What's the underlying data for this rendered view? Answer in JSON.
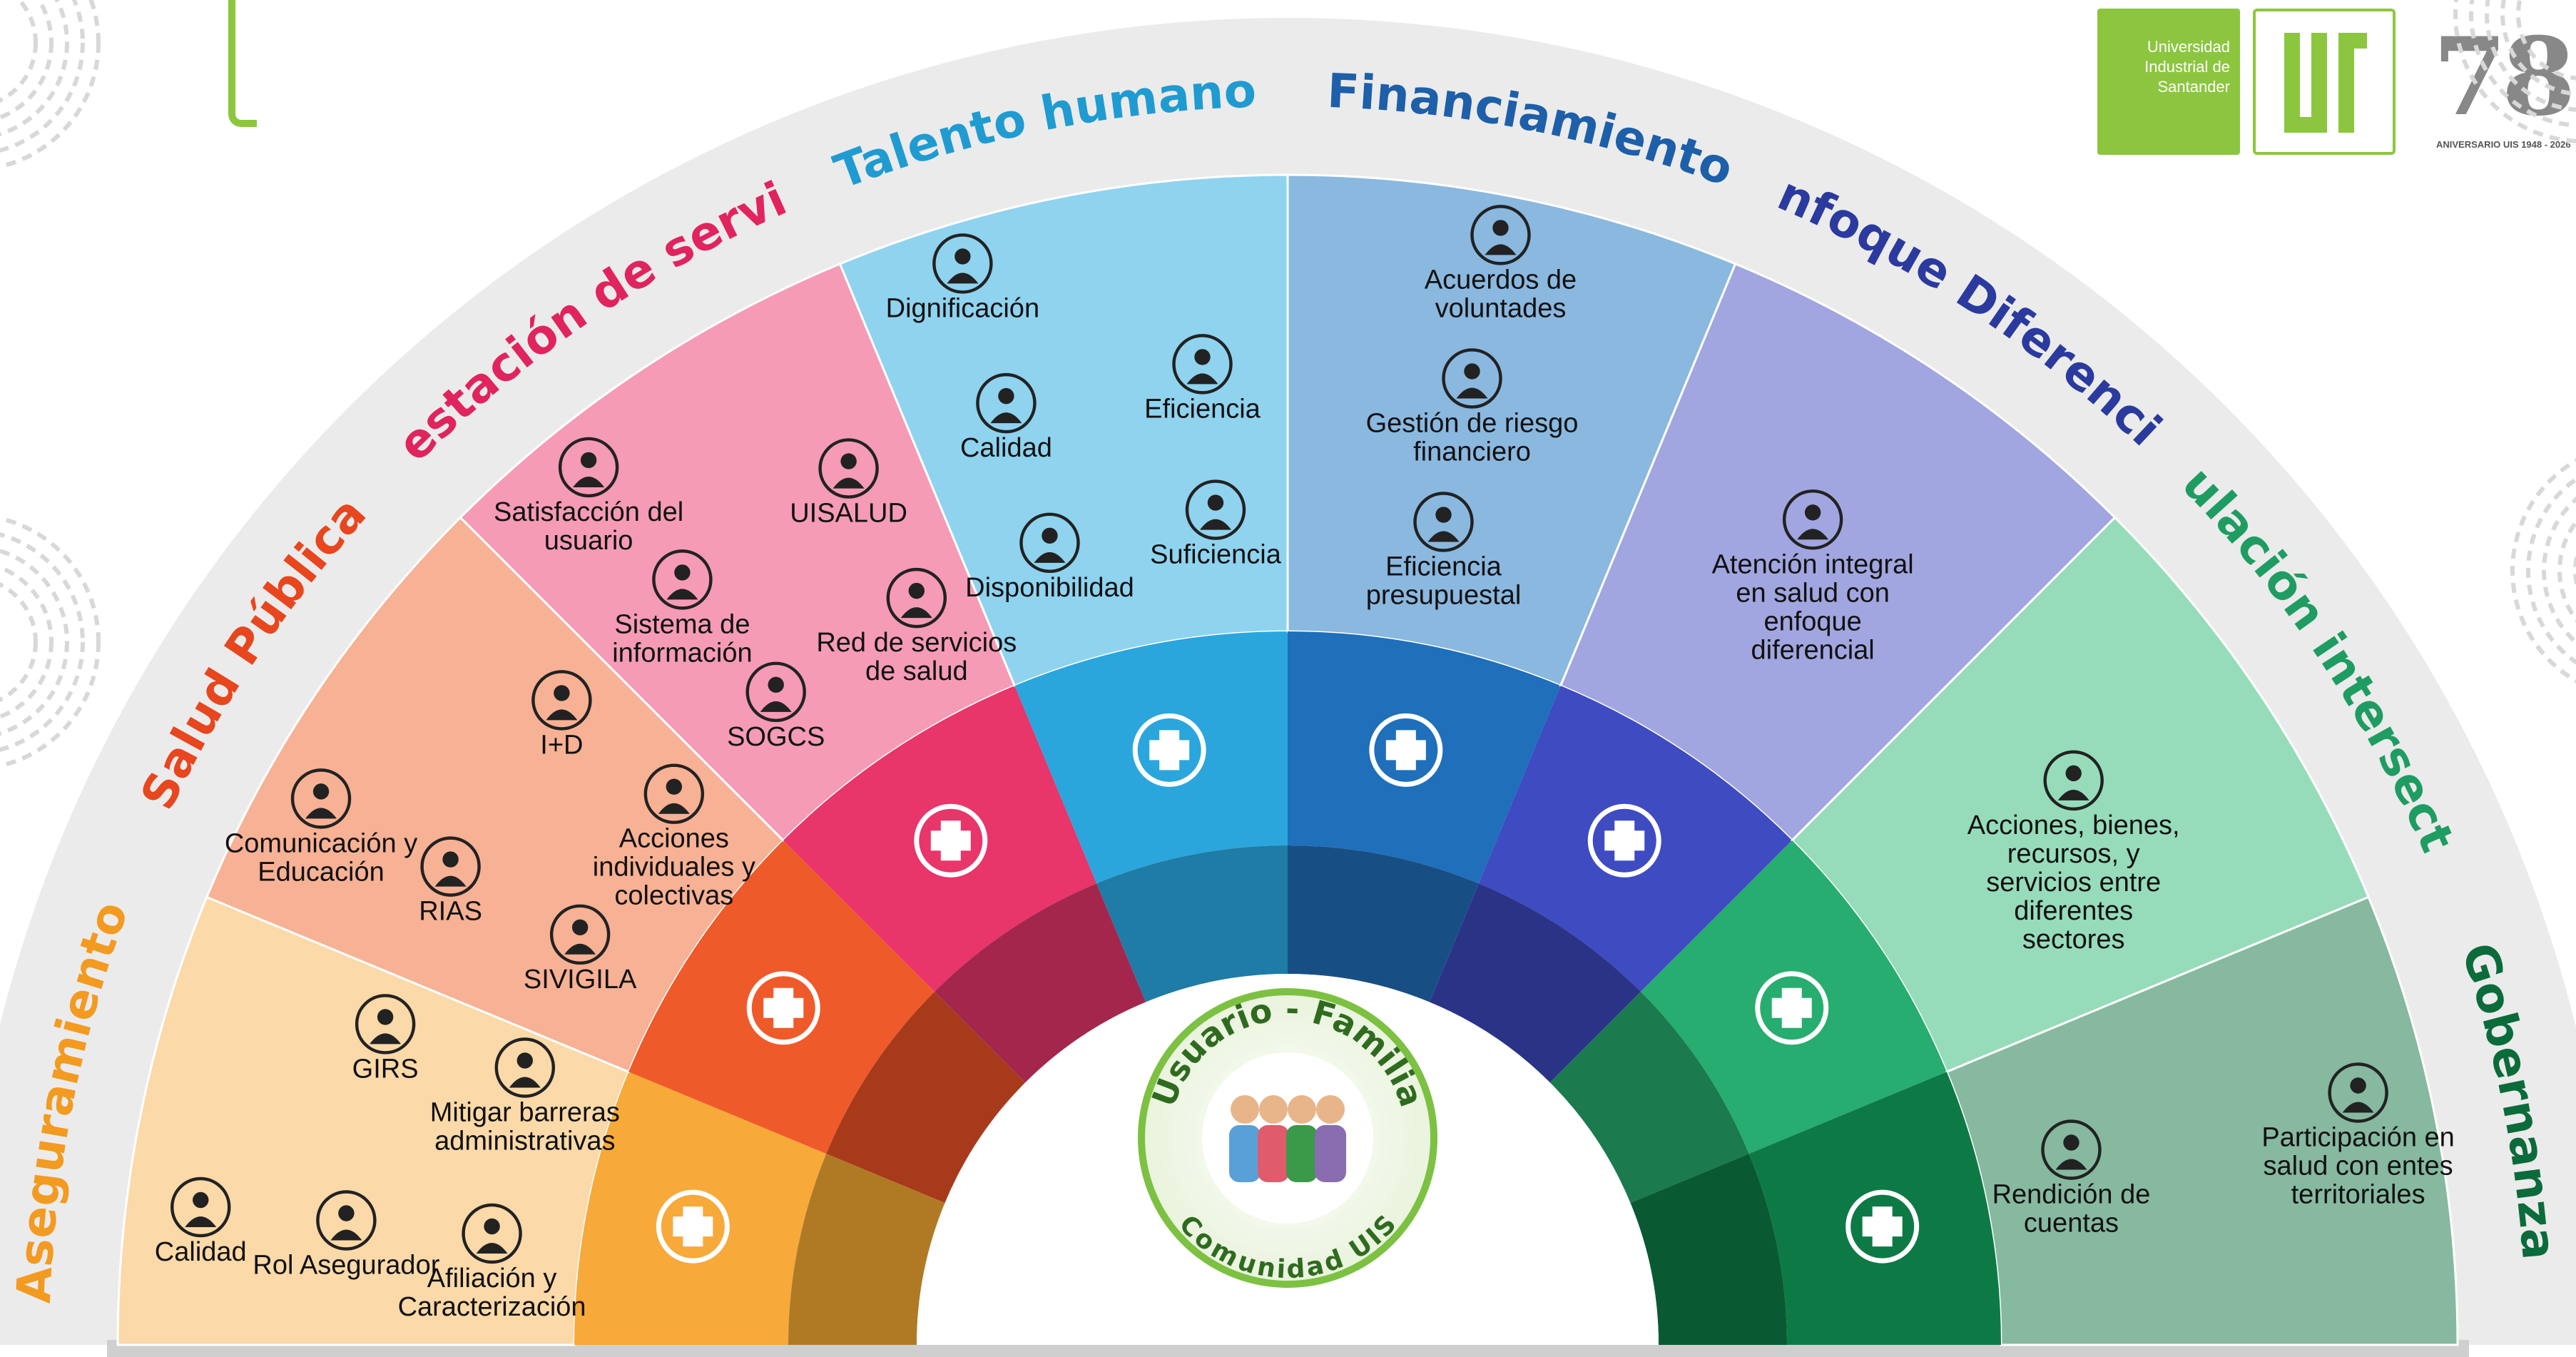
{
  "logos": {
    "university_lines": [
      "Universidad",
      "Industrial de",
      "Santander"
    ],
    "uis_mark": "UIS",
    "anniversary_number": "78",
    "anniversary_caption": "ANIVERSARIO UIS",
    "anniversary_years": "1948 - 2026"
  },
  "center": {
    "top": "Usuario - Familia",
    "bottom": "Comunidad UIS"
  },
  "sectors": [
    {
      "id": "aseguramiento",
      "label": "Aseguramiento",
      "color_outer": "#fbd9a8",
      "color_mid": "#f7a93a",
      "color_inner": "#b07a25",
      "title_color": "#f39a21",
      "icon": "shield-plus-icon",
      "items": [
        {
          "label": "Afiliación y Caracterización",
          "icon": "family-icon"
        },
        {
          "label": "Mitigar barreras administrativas",
          "icon": "question-screen-icon"
        },
        {
          "label": "Rol Asegurador",
          "icon": "group-check-icon"
        },
        {
          "label": "GIRS",
          "icon": "warning-icon"
        },
        {
          "label": "Calidad",
          "icon": "quality-seal-icon"
        }
      ]
    },
    {
      "id": "salud-publica",
      "label": "Salud Pública",
      "color_outer": "#f7b194",
      "color_mid": "#ef5a2a",
      "color_inner": "#a83a1c",
      "title_color": "#e8461e",
      "icon": "atom-people-icon",
      "items": [
        {
          "label": "SIVIGILA",
          "icon": "eye-logo-icon"
        },
        {
          "label": "Acciones individuales y colectivas",
          "icon": "magnifier-icon"
        },
        {
          "label": "RIAS",
          "icon": "people-routes-icon"
        },
        {
          "label": "I+D",
          "icon": "bulb-gear-icon"
        },
        {
          "label": "Comunicación y Educación",
          "icon": "megaphone-icon"
        }
      ]
    },
    {
      "id": "prestacion",
      "label": "Prestación de servicio",
      "color_outer": "#f59bb5",
      "color_mid": "#e8356a",
      "color_inner": "#a5264c",
      "title_color": "#e0245e",
      "icon": "hospital-icon",
      "items": [
        {
          "label": "SOGCS",
          "icon": "document-shield-icon"
        },
        {
          "label": "Red de servicios de salud",
          "icon": "hospitals-icon"
        },
        {
          "label": "Sistema de información",
          "icon": "computer-network-icon"
        },
        {
          "label": "UISALUD",
          "icon": "building-icon"
        },
        {
          "label": "Satisfacción del usuario",
          "icon": "happy-hand-icon"
        }
      ]
    },
    {
      "id": "talento",
      "label": "Talento humano",
      "color_outer": "#8fd3ef",
      "color_mid": "#2aa6dd",
      "color_inner": "#1e7ca6",
      "title_color": "#1f9bd1",
      "icon": "doctor-icon",
      "items": [
        {
          "label": "Disponibilidad",
          "icon": "staff-group-icon"
        },
        {
          "label": "Suficiencia",
          "icon": "crowd-icon"
        },
        {
          "label": "Calidad",
          "icon": "worker-check-icon"
        },
        {
          "label": "Eficiencia",
          "icon": "clock-person-icon"
        },
        {
          "label": "Dignificación",
          "icon": "celebrate-icon"
        }
      ]
    },
    {
      "id": "financiamiento",
      "label": "Financiamiento",
      "color_outer": "#8ab8df",
      "color_mid": "#1f6fba",
      "color_inner": "#174f85",
      "title_color": "#1d5fa8",
      "icon": "money-coins-icon",
      "items": [
        {
          "label": "Eficiencia presupuestal",
          "icon": "budget-calc-icon"
        },
        {
          "label": "Gestión de riesgo financiero",
          "icon": "money-bag-warning-icon"
        },
        {
          "label": "Acuerdos de voluntades",
          "icon": "contract-icon"
        }
      ]
    },
    {
      "id": "enfoque",
      "label": "Enfoque Diferencial",
      "color_outer": "#a1a6e0",
      "color_mid": "#3e4bc1",
      "color_inner": "#2b3387",
      "title_color": "#2b3a9e",
      "icon": "network-nodes-icon",
      "items": [
        {
          "label": "Atención integral en salud con enfoque diferencial",
          "icon": "diverse-people-icon"
        }
      ]
    },
    {
      "id": "articulacion",
      "label": "Articulación intersectorial",
      "color_outer": "#96dcbb",
      "color_mid": "#27ad6f",
      "color_inner": "#1b7a4e",
      "title_color": "#1f9c62",
      "icon": "connected-people-icon",
      "items": [
        {
          "label": "Acciones, bienes, recursos, y servicios entre diferentes sectores",
          "icon": "institutions-icon"
        }
      ]
    },
    {
      "id": "gobernanza",
      "label": "Gobernanza",
      "color_outer": "#86b9a0",
      "color_mid": "#0d7a45",
      "color_inner": "#095a33",
      "title_color": "#0b6b3a",
      "icon": "raised-hands-icon",
      "items": [
        {
          "label": "Rendición de cuentas",
          "icon": "presenter-icon"
        },
        {
          "label": "Participación en salud con entes territoriales",
          "icon": "handshake-gear-icon"
        }
      ]
    }
  ]
}
